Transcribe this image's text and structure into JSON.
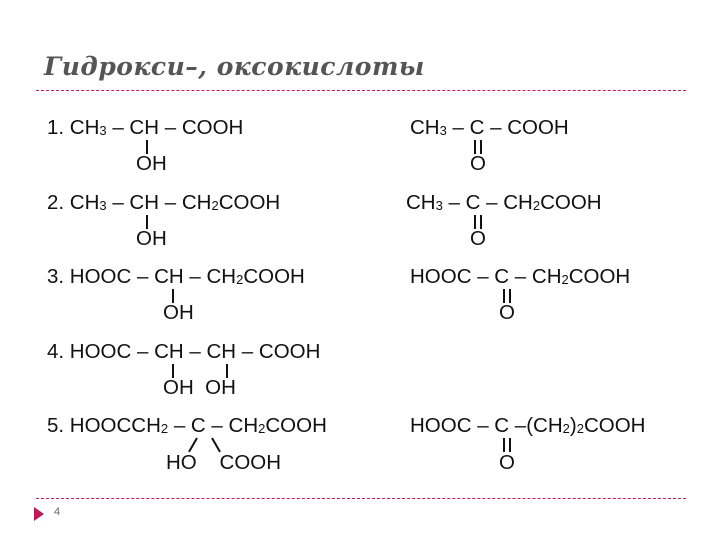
{
  "title": "Гидрокси–, оксокислоты",
  "rows": [
    {
      "left": {
        "parts": [
          "1. CH",
          "3",
          " – CH – COOH"
        ],
        "sub": "OH"
      },
      "right": {
        "parts": [
          "CH",
          "3",
          " – C – COOH"
        ],
        "sub": "O"
      }
    },
    {
      "left": {
        "parts": [
          "2. CH",
          "3",
          " – CH – CH",
          "2",
          "COOH"
        ],
        "sub": "OH"
      },
      "right": {
        "parts": [
          "CH",
          "3",
          " – C – CH",
          "2",
          "COOH"
        ],
        "sub": "O"
      }
    },
    {
      "left": {
        "parts": [
          "3. HOOC – CH – CH",
          "2",
          "COOH"
        ],
        "sub": "OH"
      },
      "right": {
        "parts": [
          "HOOC – C – CH",
          "2",
          "COOH"
        ],
        "sub": "O"
      }
    },
    {
      "left": {
        "parts": [
          "4. HOOC – CH – CH – COOH"
        ],
        "sub": "OH  OH"
      }
    },
    {
      "left": {
        "parts": [
          "5. HOOCCH",
          "2",
          " – C – CH",
          "2",
          "COOH"
        ],
        "sub": "HO    COOH"
      },
      "right": {
        "parts": [
          "HOOC – C –(CH",
          "2",
          ")",
          "2",
          "COOH"
        ],
        "sub": "O"
      }
    }
  ],
  "page_number": "4"
}
